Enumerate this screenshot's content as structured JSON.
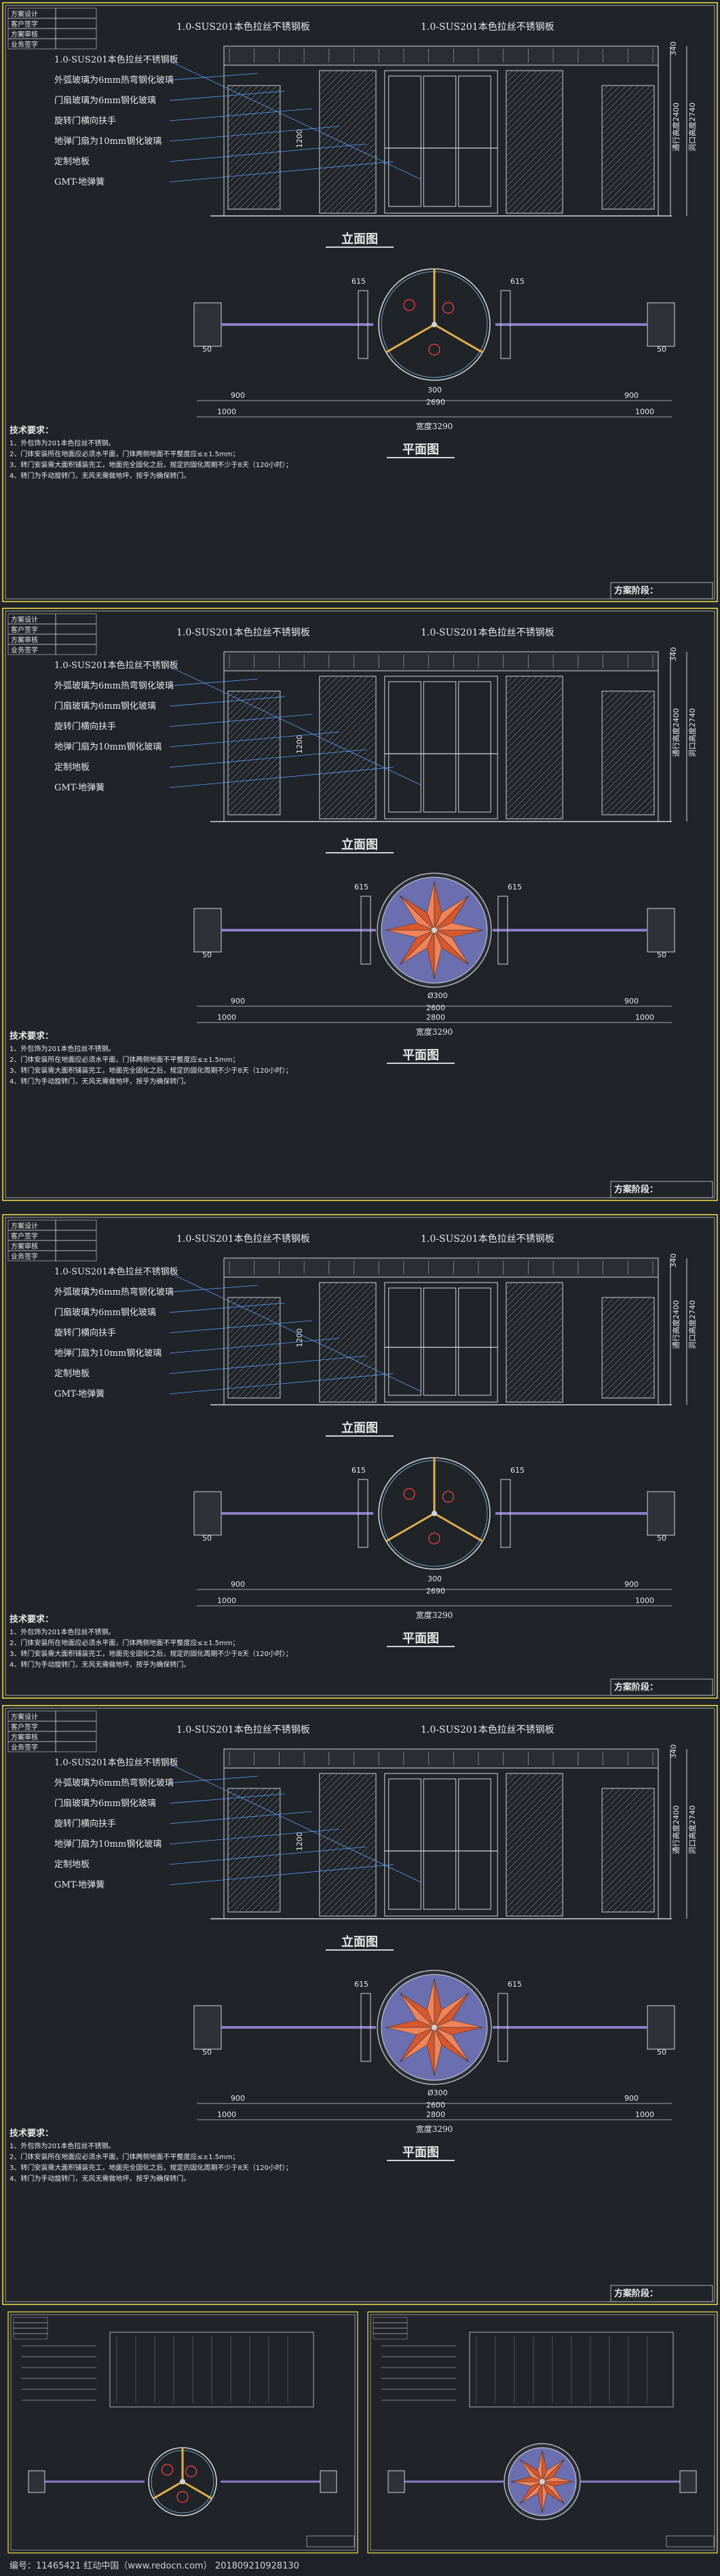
{
  "common": {
    "title_left": "1.0-SUS201本色拉丝不锈钢板",
    "title_right": "1.0-SUS201本色拉丝不锈钢板",
    "info_table": [
      "方案设计",
      "客户签字",
      "方案审核",
      "业务签字"
    ],
    "plan_stage_label": "方案阶段：",
    "view_elevation": "立面图",
    "view_plan": "平面图",
    "tech_req_title": "技术要求：",
    "tech_req_lines": [
      "1、外包饰为201本色拉丝不锈钢。",
      "2、门体安装所在地面应必须水平面，门体两侧地面不平整度应≤±1.5mm；",
      "3、转门安装需大面积铺装完工，地面完全固化之后，规定的固化周期不少于8天（120小时）；",
      "4、转门为手动旋转门，无风无需做地坪，按乎为确保转门。"
    ]
  },
  "blocks": [
    {
      "labels": [
        "外弧玻璃为6mm热弯钢化玻璃",
        "门扇玻璃为6mm钢化玻璃",
        "旋转门横向扶手",
        "地弹门扇为10mm钢化玻璃",
        "定制地板",
        "GMT-地弹簧"
      ],
      "dims": {
        "top": "340",
        "total_h": "2740",
        "right_v": "通行高度2400",
        "left_v": "1200",
        "w1": "615",
        "w2": "615",
        "sa": "50",
        "sb": "50",
        "w900a": "900",
        "w900b": "900",
        "w1000a": "1000",
        "w1000b": "1000",
        "w300": "300",
        "d2690": "2690",
        "width_label": "宽度3290"
      },
      "plan_style": "three-wings"
    },
    {
      "labels": [
        "外弧玻璃为6mm热弯钢化玻璃",
        "门扇玻璃为6mm钢化玻璃",
        "旋转门横向扶手",
        "地弹门扇为10mm钢化玻璃",
        "定制地板",
        "GMT-地弹簧"
      ],
      "dims": {
        "top": "340",
        "total_h": "2740",
        "right_v": "通行高度2400",
        "left_v": "1200",
        "w1": "615",
        "w2": "615",
        "sa": "50",
        "sb": "50",
        "w900a": "900",
        "w900b": "900",
        "w1000a": "1000",
        "w1000b": "1000",
        "w300": "Ø300",
        "d2600": "2600",
        "d2800": "2800",
        "width_label": "宽度3290"
      },
      "plan_style": "star"
    },
    {
      "labels": [
        "外弧玻璃为6mm热弯钢化玻璃",
        "门扇玻璃为6mm钢化玻璃",
        "旋转门横向扶手",
        "地弹门扇为10mm钢化玻璃",
        "定制地板",
        "GMT-地弹簧"
      ],
      "dims": {
        "top": "340",
        "total_h": "2740",
        "right_v": "通行高度2400",
        "left_v": "1200",
        "w1": "615",
        "w2": "615",
        "sa": "50",
        "sb": "50",
        "w900a": "900",
        "w900b": "900",
        "w1000a": "1000",
        "w1000b": "1000",
        "w300": "300",
        "d2690": "2690",
        "width_label": "宽度3290"
      },
      "plan_style": "three-wings"
    },
    {
      "labels": [
        "外弧玻璃为6mm热弯钢化玻璃",
        "门扇玻璃为6mm钢化玻璃",
        "旋转门横向扶手",
        "地弹门扇为10mm钢化玻璃",
        "定制地板",
        "GMT-地弹簧"
      ],
      "dims": {
        "top": "340",
        "total_h": "2740",
        "right_v": "通行高度2400",
        "left_v": "1200",
        "w1": "615",
        "w2": "615",
        "sa": "50",
        "sb": "50",
        "w900a": "900",
        "w900b": "900",
        "w1000a": "1000",
        "w1000b": "1000",
        "w300": "Ø300",
        "d2600": "2600",
        "d2800": "2800",
        "width_label": "宽度3290"
      },
      "plan_style": "star"
    }
  ],
  "thumbnails": [
    {
      "style": "three-wings",
      "label": "thumbnail-3-wing"
    },
    {
      "style": "star",
      "label": "thumbnail-star"
    }
  ],
  "footer": {
    "text": "编号：11465421  红动中国（www.redocn.com）  20180921092813​0"
  }
}
